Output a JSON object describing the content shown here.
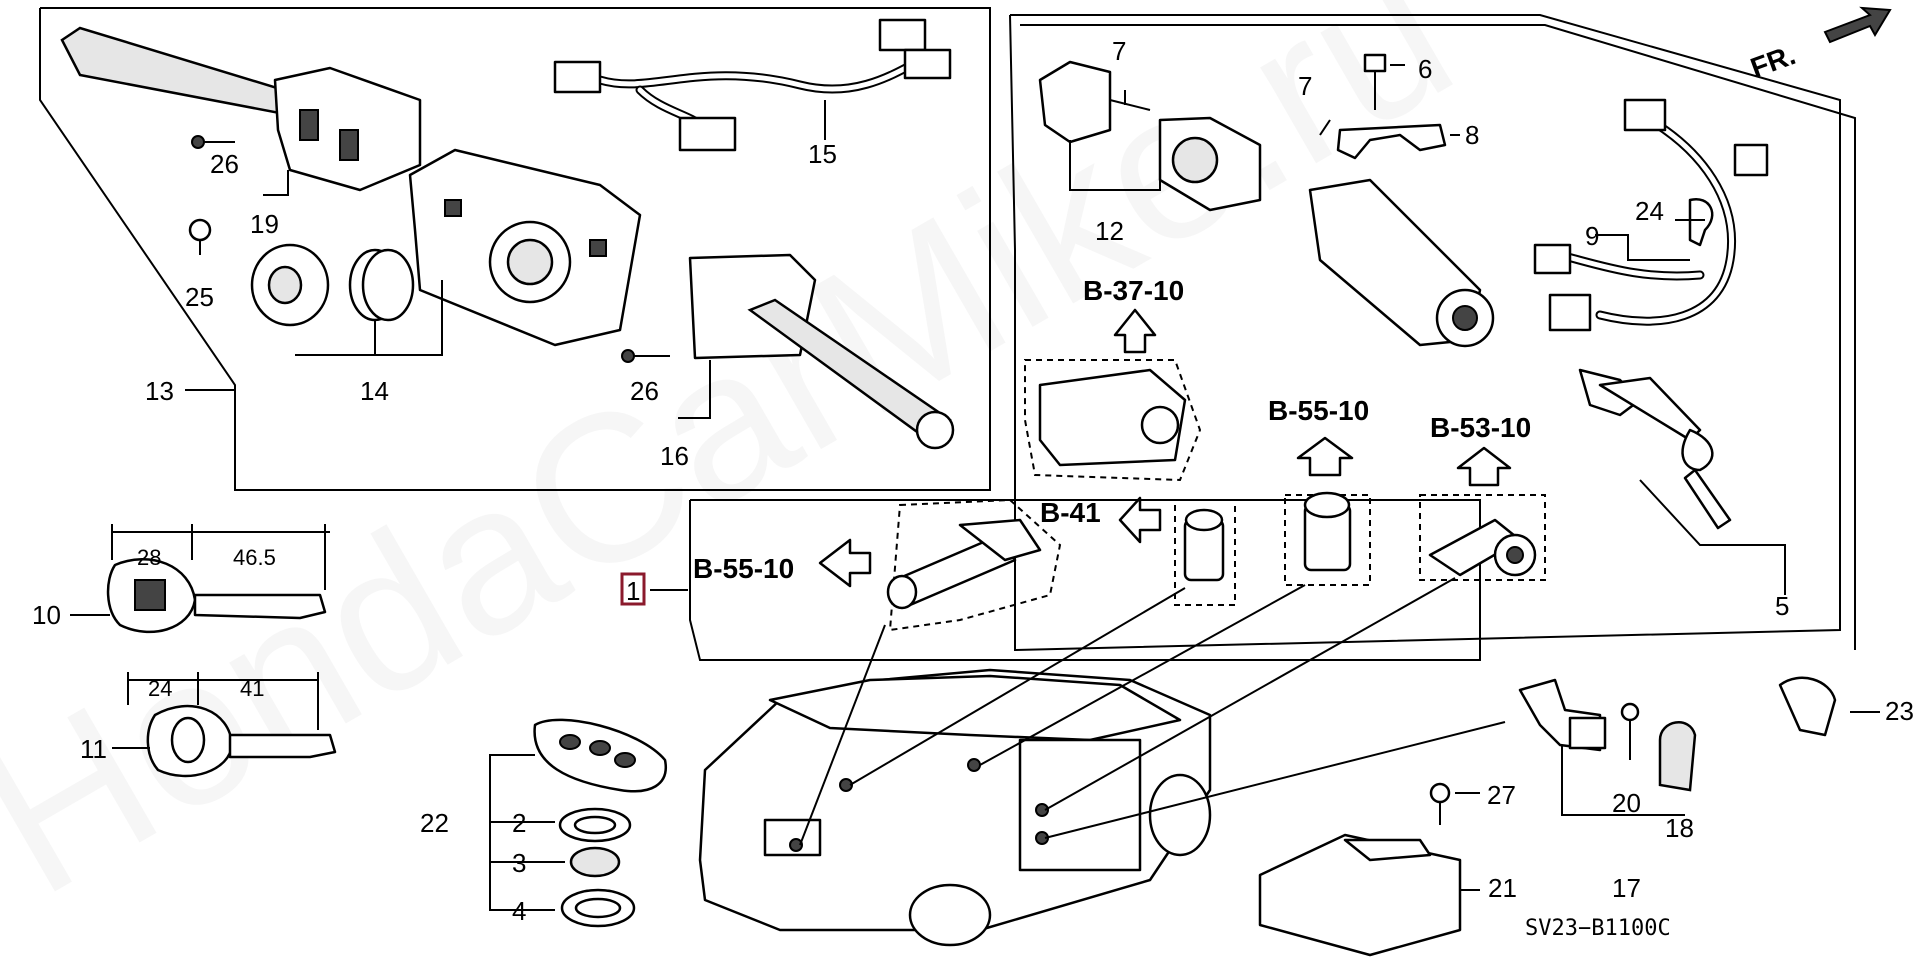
{
  "callouts": [
    "1",
    "2",
    "3",
    "4",
    "5",
    "6",
    "7",
    "7",
    "8",
    "9",
    "10",
    "11",
    "12",
    "13",
    "14",
    "15",
    "16",
    "17",
    "18",
    "19",
    "20",
    "21",
    "22",
    "24",
    "25",
    "26",
    "26",
    "27",
    "23"
  ],
  "references": {
    "b37": "B-37-10",
    "b55a": "B-55-10",
    "b55b": "B-55-10",
    "b53": "B-53-10",
    "b41": "B-41"
  },
  "dimensions": {
    "key10_a": "28",
    "key10_b": "46.5",
    "key11_a": "24",
    "key11_b": "41"
  },
  "orientation_label": "FR.",
  "diagram_code": "SV23−B1100C",
  "watermark": "HondaCarMike.ru",
  "highlight_color": "#8b1a2c"
}
